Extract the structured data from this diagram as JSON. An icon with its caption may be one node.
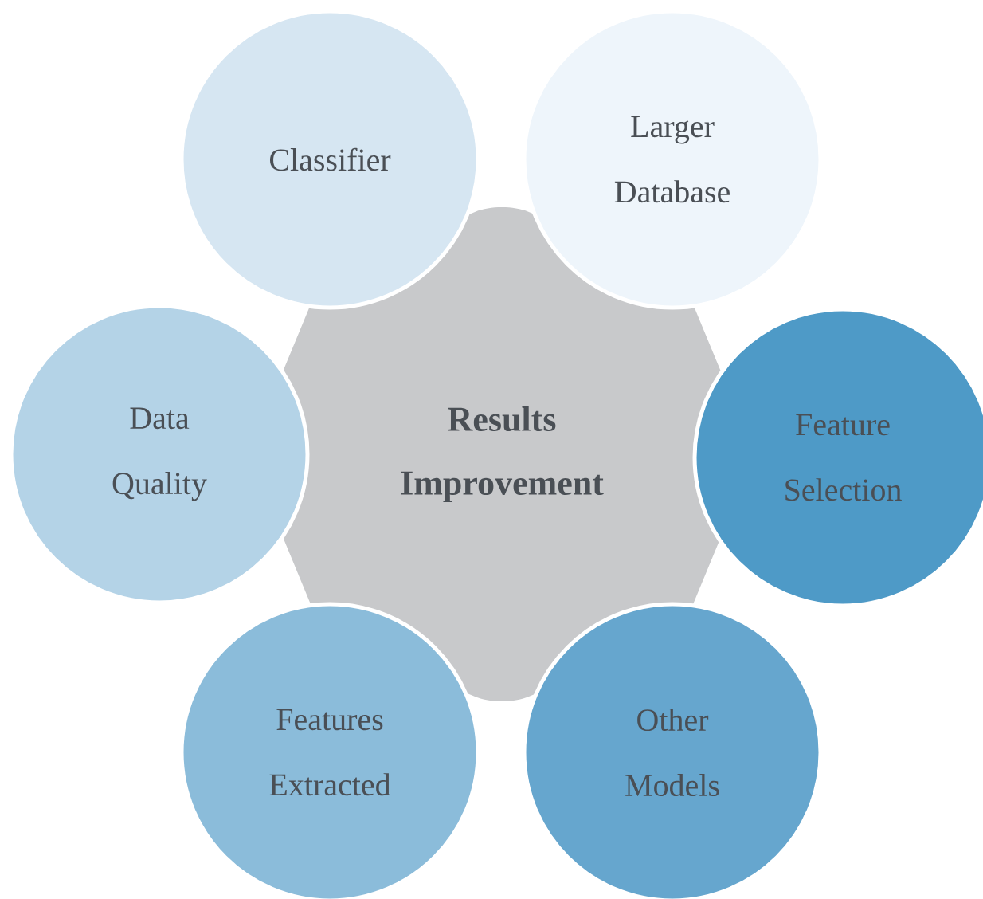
{
  "diagram": {
    "nodes": [
      {
        "text": [
          "Results Improvement"
        ]
      },
      {
        "text": [
          "Classifier"
        ]
      },
      {
        "text": [
          "Larger Database"
        ]
      },
      {
        "text": [
          "Data Quality"
        ]
      },
      {
        "text": [
          "Feature Selection"
        ]
      },
      {
        "text": [
          "Features Extracted"
        ]
      },
      {
        "text": [
          "Other Models"
        ]
      }
    ]
  }
}
